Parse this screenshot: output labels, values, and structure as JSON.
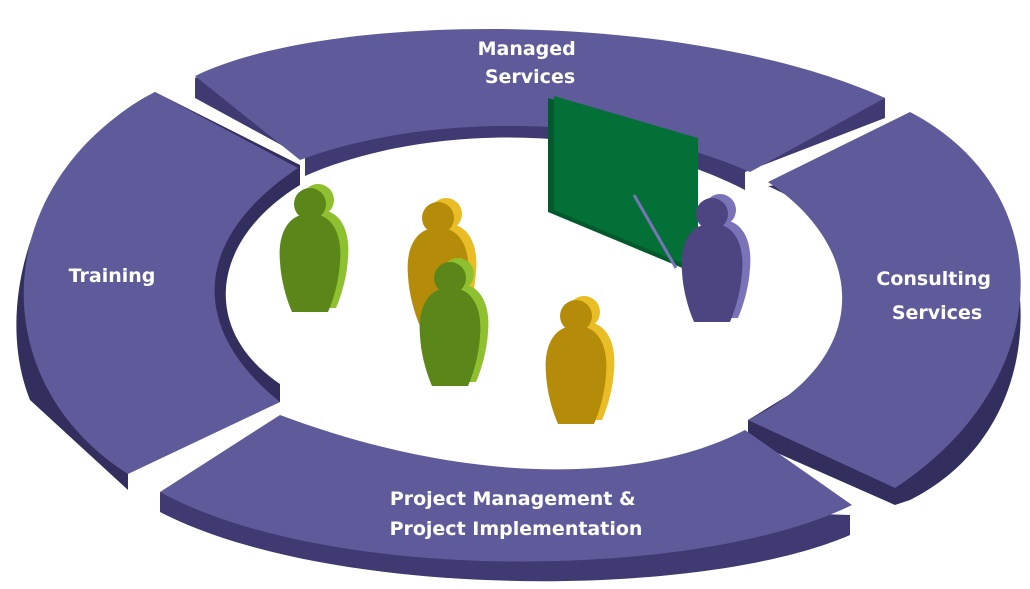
{
  "ring": {
    "segments": [
      {
        "id": "managed",
        "lines": [
          "Managed",
          "Services"
        ]
      },
      {
        "id": "consulting",
        "lines": [
          "Consulting",
          "Services"
        ]
      },
      {
        "id": "project",
        "lines": [
          "Project Management &",
          "Project Implementation"
        ]
      },
      {
        "id": "training",
        "lines": [
          "Training"
        ]
      }
    ]
  },
  "colors": {
    "ring_top": "#5f5b9b",
    "ring_side": "#3f3a72",
    "ring_side_dark": "#322e5e",
    "board": "#037038",
    "board_side": "#02592c",
    "person_green": "#5b8619",
    "person_green_light": "#8fc030",
    "person_gold": "#b58c0a",
    "person_gold_light": "#e8bd25",
    "person_purple": "#4c4581",
    "person_purple_light": "#7b73b8"
  },
  "icons": [
    "person-icon",
    "whiteboard-icon",
    "pointer-icon"
  ]
}
